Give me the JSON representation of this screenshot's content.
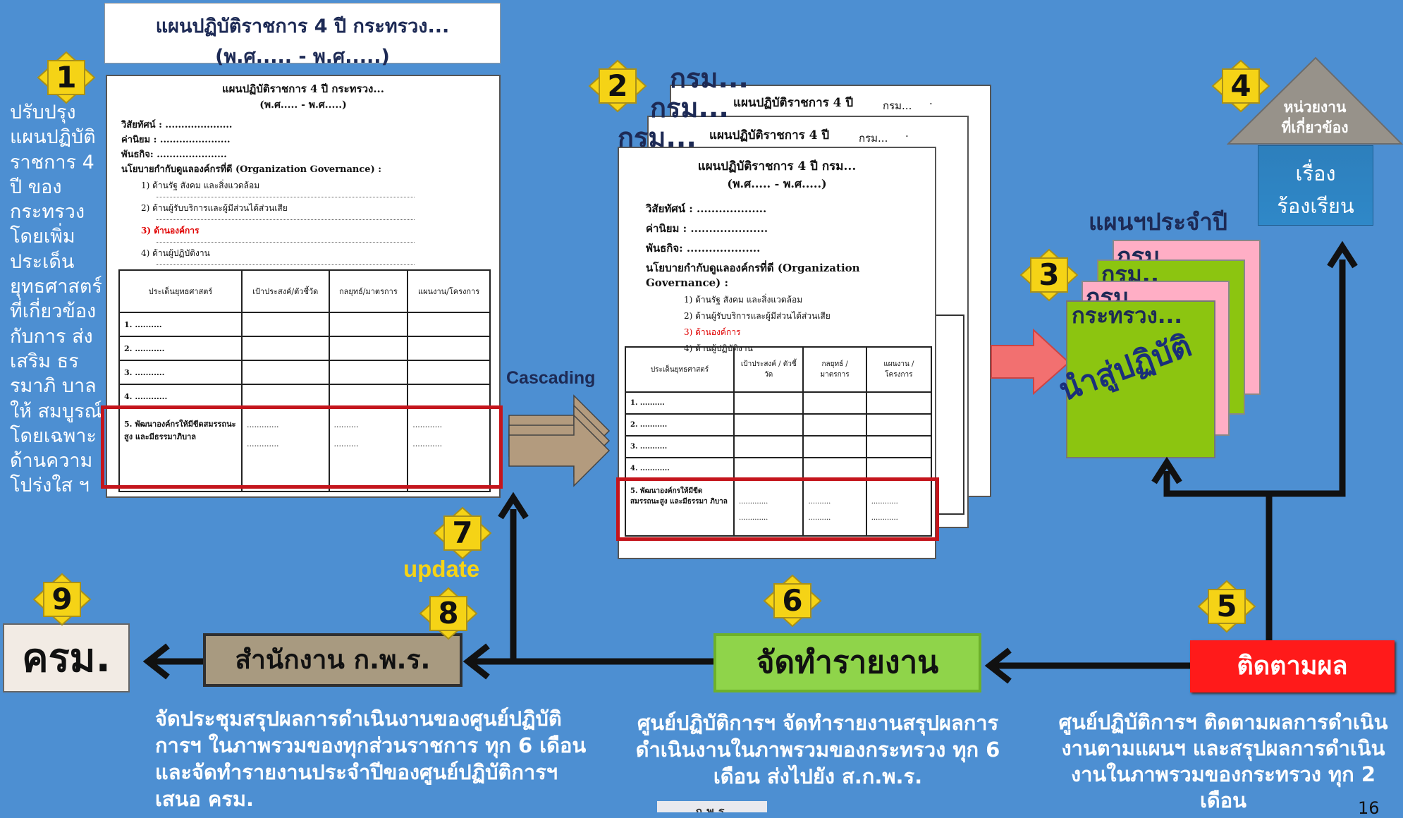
{
  "left_text": "ปรับปรุง แผนปฏิบัติ ราชการ 4 ปี ของ กระทรวง โดยเพิ่ม ประเด็น ยุทธศาสตร์ ที่เกี่ยวข้อง กับการ ส่งเสริม ธรรมาภิ บาลให้ สมบูรณ์ โดยเฉพาะ ด้านความ โปร่งใส ฯ",
  "title_box": {
    "line1": "แผนปฏิบัติราชการ 4 ปี กระทรวง...",
    "line2": "(พ.ศ..... - พ.ศ.....)"
  },
  "ministry_doc": {
    "title": "แผนปฏิบัติราชการ 4 ปี กระทรวง...",
    "years": "(พ.ศ..... - พ.ศ.....)",
    "vision": "วิสัยทัศน์ : .....................",
    "values": "ค่านิยม : ......................",
    "mission": "พันธกิจ: ......................",
    "policy": "นโยบายกำกับดูแลองค์กรที่ดี (Organization Governance) :",
    "items": [
      "1) ด้านรัฐ สังคม และสิ่งแวดล้อม",
      "2) ด้านผู้รับบริการและผู้มีส่วนได้ส่วนเสีย",
      "3) ด้านองค์การ",
      "4) ด้านผู้ปฏิบัติงาน"
    ],
    "columns": [
      "ประเด็นยุทธศาสตร์",
      "เป้าประสงค์/ตัวชี้วัด",
      "กลยุทธ์/มาตรการ",
      "แผนงาน/โครงการ"
    ],
    "rows": [
      "1. ..........",
      "2. ...........",
      "3. ...........",
      "4. ............"
    ],
    "row5": "5. พัฒนาองค์กรให้มีขีดสมรรถนะสูง และมีธรรมาภิบาล",
    "dots_a": ".............",
    "dots_b": "..........",
    "dots_c": "............"
  },
  "dept_doc": {
    "title": "แผนปฏิบัติราชการ 4 ปี กรม...",
    "years": "(พ.ศ..... - พ.ศ.....)",
    "vision": "วิสัยทัศน์ : ...................",
    "values": "ค่านิยม : .....................",
    "mission": "พันธกิจ: ....................",
    "policy": "นโยบายกำกับดูแลองค์กรที่ดี (Organization Governance) :",
    "items": [
      "1) ด้านรัฐ สังคม และสิ่งแวดล้อม",
      "2) ด้านผู้รับบริการและผู้มีส่วนได้ส่วนเสีย",
      "3) ด้านองค์การ",
      "4) ด้านผู้ปฏิบัติงาน"
    ],
    "columns": [
      "ประเด็นยุทธศาสตร์",
      "เป้าประสงค์ / ตัวชี้วัด",
      "กลยุทธ์ / มาตรการ",
      "แผนงาน / โครงการ"
    ],
    "rows": [
      "1. ..........",
      "2. ...........",
      "3. ...........",
      "4. ............"
    ],
    "row5": "5. พัฒนาองค์กรให้มีขีดสมรรถนะสูง และมีธรรมา ภิบาล",
    "back_title": "แผนปฏิบัติราชการ 4 ปี",
    "back_org": "กรม...",
    "back_dot": "·"
  },
  "stack_labels": [
    "กรม...",
    "กรม...",
    "กรม..."
  ],
  "cascading_label": "Cascading",
  "annual_plan_label": "แผนฯประจำปี",
  "annual_cards": [
    "กรม...",
    "กรม..",
    "กรม...",
    "กระทรวง..."
  ],
  "implement_label": "นำสู่ปฏิบัติ",
  "agency": {
    "line1": "หน่วยงาน",
    "line2": "ที่เกี่ยวข้อง",
    "complaint1": "เรื่อง",
    "complaint2": "ร้องเรียน"
  },
  "badges": [
    "1",
    "2",
    "3",
    "4",
    "5",
    "6",
    "7",
    "8",
    "9"
  ],
  "update_label": "update",
  "cabinet_label": "ครม.",
  "opdc_office_label": "สำนักงาน ก.พ.ร.",
  "report_label": "จัดทำรายงาน",
  "monitor_label": "ติดตามผล",
  "captions": {
    "left": "จัดประชุมสรุปผลการดำเนินงานของศูนย์ปฏิบัติการฯ ในภาพรวมของทุกส่วนราชการ ทุก 6 เดือน และจัดทำรายงานประจำปีของศูนย์ปฏิบัติการฯ เสนอ ครม.",
    "middle": "ศูนย์ปฏิบัติการฯ จัดทำรายงานสรุปผลการดำเนินงานในภาพรวมของกระทรวง ทุก 6 เดือน ส่งไปยัง ส.ก.พ.ร.",
    "right": "ศูนย์ปฏิบัติการฯ ติดตามผลการดำเนินงานตามแผนฯ และสรุปผลการดำเนินงานในภาพรวมของกระทรวง ทุก 2 เดือน"
  },
  "footer_logo": "ก.พ.ร.",
  "page_number": "16",
  "colors": {
    "background": "#4d8fd2",
    "badge": "#f5d316",
    "red": "#c4151c",
    "green": "#8cc510",
    "report_green": "#8fd44a",
    "monitor_red": "#ff1a1a",
    "office_brown": "#a89a80"
  }
}
